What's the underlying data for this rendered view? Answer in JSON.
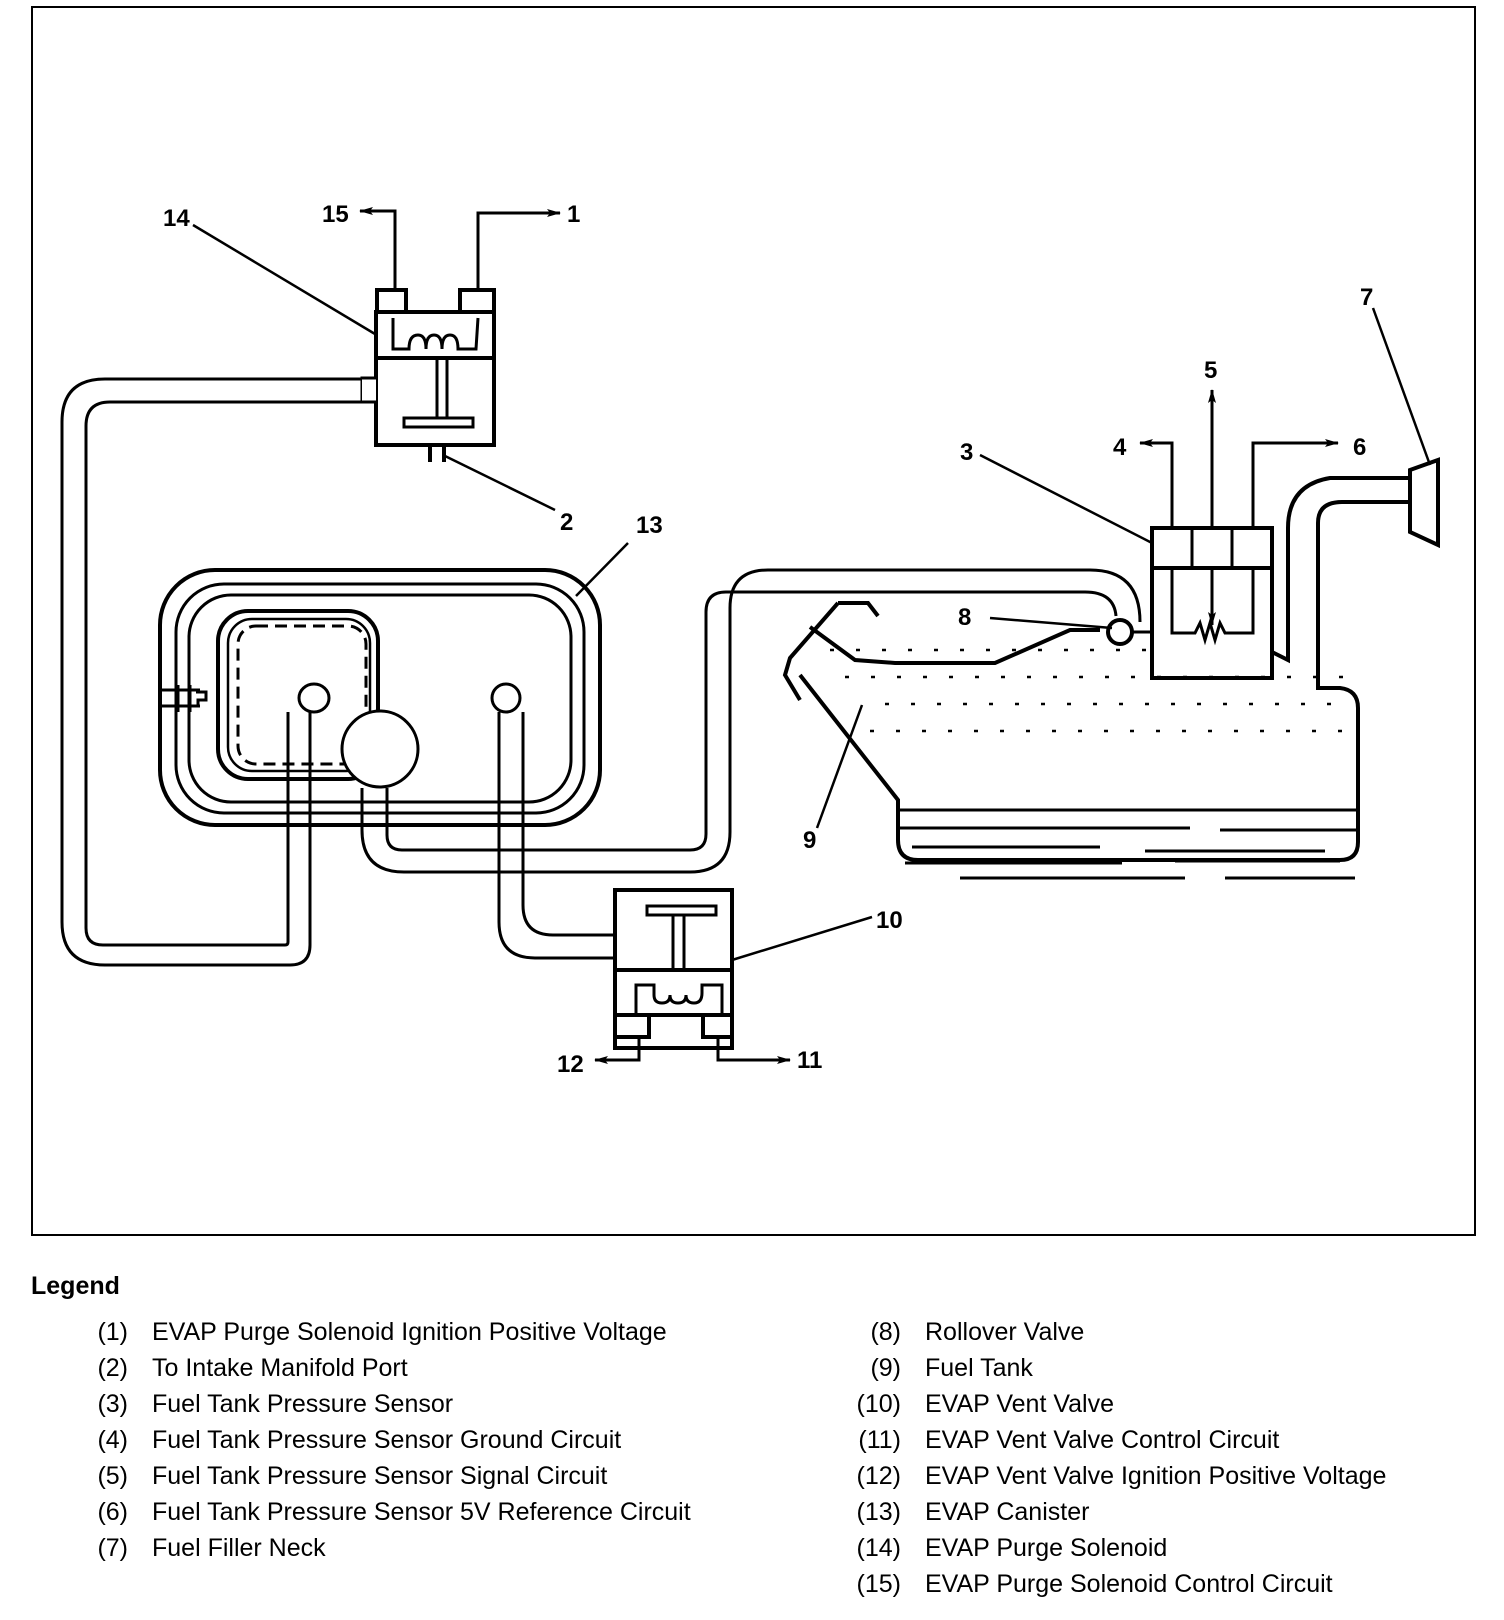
{
  "diagram": {
    "callouts": {
      "c1": "1",
      "c2": "2",
      "c3": "3",
      "c4": "4",
      "c5": "5",
      "c6": "6",
      "c7": "7",
      "c8": "8",
      "c9": "9",
      "c10": "10",
      "c11": "11",
      "c12": "12",
      "c13": "13",
      "c14": "14",
      "c15": "15"
    },
    "components": [
      "EVAP Purge Solenoid",
      "EVAP Canister",
      "EVAP Vent Valve",
      "Fuel Tank",
      "Fuel Tank Pressure Sensor",
      "Rollover Valve",
      "Fuel Filler Neck"
    ]
  },
  "legend": {
    "title": "Legend",
    "left": [
      {
        "num": "(1)",
        "text": "EVAP Purge Solenoid Ignition Positive Voltage"
      },
      {
        "num": "(2)",
        "text": "To Intake Manifold Port"
      },
      {
        "num": "(3)",
        "text": "Fuel Tank Pressure Sensor"
      },
      {
        "num": "(4)",
        "text": "Fuel Tank Pressure Sensor Ground Circuit"
      },
      {
        "num": "(5)",
        "text": "Fuel Tank Pressure Sensor Signal Circuit"
      },
      {
        "num": "(6)",
        "text": "Fuel Tank Pressure Sensor 5V Reference Circuit"
      },
      {
        "num": "(7)",
        "text": "Fuel Filler Neck"
      }
    ],
    "right": [
      {
        "num": "(8)",
        "text": "Rollover Valve"
      },
      {
        "num": "(9)",
        "text": "Fuel Tank"
      },
      {
        "num": "(10)",
        "text": "EVAP Vent Valve"
      },
      {
        "num": "(11)",
        "text": "EVAP Vent Valve Control Circuit"
      },
      {
        "num": "(12)",
        "text": "EVAP Vent Valve Ignition Positive Voltage"
      },
      {
        "num": "(13)",
        "text": "EVAP Canister"
      },
      {
        "num": "(14)",
        "text": "EVAP Purge Solenoid"
      },
      {
        "num": "(15)",
        "text": "EVAP Purge Solenoid Control Circuit"
      }
    ]
  }
}
